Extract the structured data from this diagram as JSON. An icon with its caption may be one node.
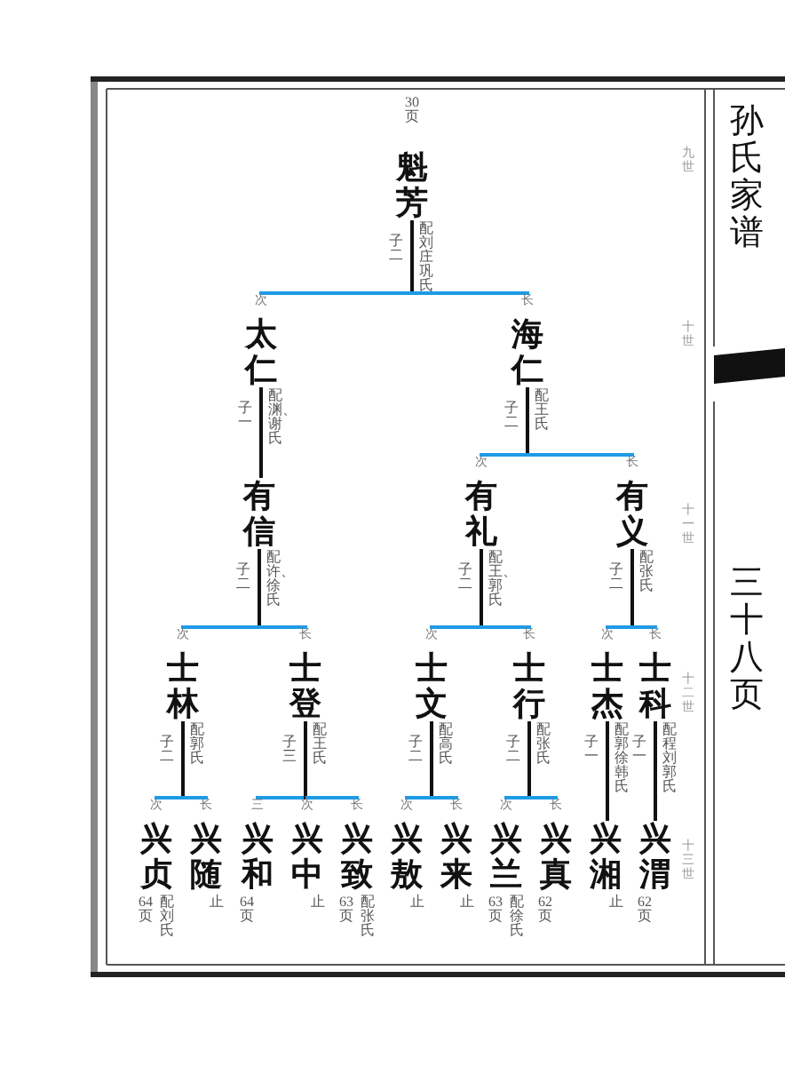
{
  "diagram": {
    "title": "孙氏家谱",
    "nodes": [
      {
        "text": [
          "魁芳"
        ],
        "beside": [
          "30页",
          "配刘庄巩氏",
          "子二"
        ]
      },
      {
        "text": [
          "太仁"
        ],
        "beside": [
          "次",
          "配渊、谢氏",
          "子一"
        ]
      },
      {
        "text": [
          "海仁"
        ],
        "beside": [
          "长",
          "配王氏",
          "子二"
        ]
      },
      {
        "text": [
          "有信"
        ],
        "beside": [
          "配许、徐氏",
          "子二"
        ]
      },
      {
        "text": [
          "有礼"
        ],
        "beside": [
          "次",
          "配王、郭氏",
          "子二"
        ]
      },
      {
        "text": [
          "有义"
        ],
        "beside": [
          "长",
          "配张氏",
          "子二"
        ]
      },
      {
        "text": [
          "士林"
        ],
        "beside": [
          "次",
          "配郭氏",
          "子二"
        ]
      },
      {
        "text": [
          "士登"
        ],
        "beside": [
          "长",
          "配王氏",
          "子三"
        ]
      },
      {
        "text": [
          "士文"
        ],
        "beside": [
          "次",
          "配高氏",
          "子二"
        ]
      },
      {
        "text": [
          "士行"
        ],
        "beside": [
          "长",
          "配张氏",
          "子二"
        ]
      },
      {
        "text": [
          "士杰"
        ],
        "beside": [
          "次",
          "配郭徐韩氏",
          "子一"
        ]
      },
      {
        "text": [
          "士科"
        ],
        "beside": [
          "长",
          "配程刘郭氏",
          "子一"
        ]
      },
      {
        "text": [
          "兴贞"
        ],
        "beside": [
          "次",
          "64页",
          "配刘氏"
        ]
      },
      {
        "text": [
          "兴随"
        ],
        "beside": [
          "长",
          "止"
        ]
      },
      {
        "text": [
          "兴和"
        ],
        "beside": [
          "三",
          "64页"
        ]
      },
      {
        "text": [
          "兴中"
        ],
        "beside": [
          "次",
          "止"
        ]
      },
      {
        "text": [
          "兴致"
        ],
        "beside": [
          "长",
          "63页",
          "配张氏"
        ]
      },
      {
        "text": [
          "兴敖"
        ],
        "beside": [
          "次",
          "止"
        ]
      },
      {
        "text": [
          "兴来"
        ],
        "beside": [
          "长",
          "止"
        ]
      },
      {
        "text": [
          "兴兰"
        ],
        "beside": [
          "次",
          "63页",
          "配徐氏"
        ]
      },
      {
        "text": [
          "兴真"
        ],
        "beside": [
          "长",
          "62页"
        ]
      },
      {
        "text": [
          "兴湘"
        ],
        "beside": [
          "止"
        ]
      },
      {
        "text": [
          "兴渭"
        ],
        "beside": [
          "62页"
        ]
      }
    ],
    "edges": [
      {
        "from": 0,
        "to": 1,
        "arrow": "none",
        "color": "#1e9be6"
      },
      {
        "from": 0,
        "to": 2,
        "arrow": "none",
        "color": "#1e9be6"
      },
      {
        "from": 1,
        "to": 3,
        "arrow": "none",
        "color": "#111111"
      },
      {
        "from": 2,
        "to": 4,
        "arrow": "none",
        "color": "#1e9be6"
      },
      {
        "from": 2,
        "to": 5,
        "arrow": "none",
        "color": "#1e9be6"
      },
      {
        "from": 3,
        "to": 6,
        "arrow": "none",
        "color": "#1e9be6"
      },
      {
        "from": 3,
        "to": 7,
        "arrow": "none",
        "color": "#1e9be6"
      },
      {
        "from": 4,
        "to": 8,
        "arrow": "none",
        "color": "#1e9be6"
      },
      {
        "from": 4,
        "to": 9,
        "arrow": "none",
        "color": "#1e9be6"
      },
      {
        "from": 5,
        "to": 10,
        "arrow": "none",
        "color": "#1e9be6"
      },
      {
        "from": 5,
        "to": 11,
        "arrow": "none",
        "color": "#1e9be6"
      },
      {
        "from": 6,
        "to": 12,
        "arrow": "none",
        "color": "#1e9be6"
      },
      {
        "from": 6,
        "to": 13,
        "arrow": "none",
        "color": "#1e9be6"
      },
      {
        "from": 7,
        "to": 14,
        "arrow": "none",
        "color": "#1e9be6"
      },
      {
        "from": 7,
        "to": 15,
        "arrow": "none",
        "color": "#111111"
      },
      {
        "from": 7,
        "to": 16,
        "arrow": "none",
        "color": "#1e9be6"
      },
      {
        "from": 8,
        "to": 17,
        "arrow": "none",
        "color": "#1e9be6"
      },
      {
        "from": 8,
        "to": 18,
        "arrow": "none",
        "color": "#1e9be6"
      },
      {
        "from": 9,
        "to": 19,
        "arrow": "none",
        "color": "#1e9be6"
      },
      {
        "from": 9,
        "to": 20,
        "arrow": "none",
        "color": "#1e9be6"
      },
      {
        "from": 10,
        "to": 21,
        "arrow": "none",
        "color": "#111111"
      },
      {
        "from": 11,
        "to": 22,
        "arrow": "none",
        "color": "#111111"
      }
    ],
    "labels": [
      "九世",
      "十世",
      "十一世",
      "十二世",
      "十三世",
      "三十八页"
    ]
  }
}
